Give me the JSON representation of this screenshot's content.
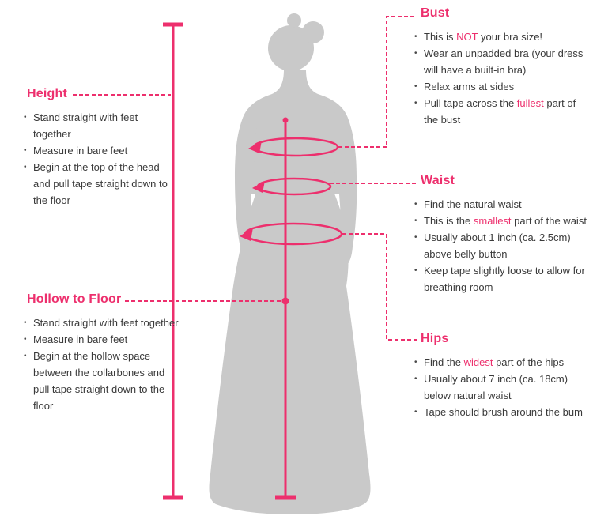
{
  "colors": {
    "accent": "#ed2f6d",
    "text": "#3a3a3a",
    "silhouette": "#c9c9c9"
  },
  "icons": {
    "bullet": "•"
  },
  "sections": {
    "height": {
      "title": "Height",
      "bullets": [
        {
          "pre": "Stand straight with feet together",
          "hl": "",
          "post": ""
        },
        {
          "pre": "Measure in bare feet",
          "hl": "",
          "post": ""
        },
        {
          "pre": "Begin at the top of the head and pull tape straight down to the floor",
          "hl": "",
          "post": ""
        }
      ]
    },
    "hollow": {
      "title": "Hollow to Floor",
      "bullets": [
        {
          "pre": "Stand straight with feet together",
          "hl": "",
          "post": ""
        },
        {
          "pre": "Measure in bare feet",
          "hl": "",
          "post": ""
        },
        {
          "pre": "Begin at the hollow space between the collarbones and pull tape straight down to the floor",
          "hl": "",
          "post": ""
        }
      ]
    },
    "bust": {
      "title": "Bust",
      "bullets": [
        {
          "pre": "This is ",
          "hl": "NOT",
          "post": " your bra size!"
        },
        {
          "pre": "Wear an unpadded bra (your dress will have a built-in bra)",
          "hl": "",
          "post": ""
        },
        {
          "pre": "Relax arms at sides",
          "hl": "",
          "post": ""
        },
        {
          "pre": "Pull tape across the ",
          "hl": "fullest",
          "post": " part of the bust"
        }
      ]
    },
    "waist": {
      "title": "Waist",
      "bullets": [
        {
          "pre": "Find the natural waist",
          "hl": "",
          "post": ""
        },
        {
          "pre": "This is the ",
          "hl": "smallest",
          "post": " part of the waist"
        },
        {
          "pre": "Usually about 1 inch (ca. 2.5cm) above belly button",
          "hl": "",
          "post": ""
        },
        {
          "pre": "Keep tape slightly loose to allow for breathing room",
          "hl": "",
          "post": ""
        }
      ]
    },
    "hips": {
      "title": "Hips",
      "bullets": [
        {
          "pre": "Find the ",
          "hl": "widest",
          "post": " part of the hips"
        },
        {
          "pre": "Usually about 7 inch (ca. 18cm) below natural waist",
          "hl": "",
          "post": ""
        },
        {
          "pre": "Tape should brush around the bum",
          "hl": "",
          "post": ""
        }
      ]
    }
  }
}
